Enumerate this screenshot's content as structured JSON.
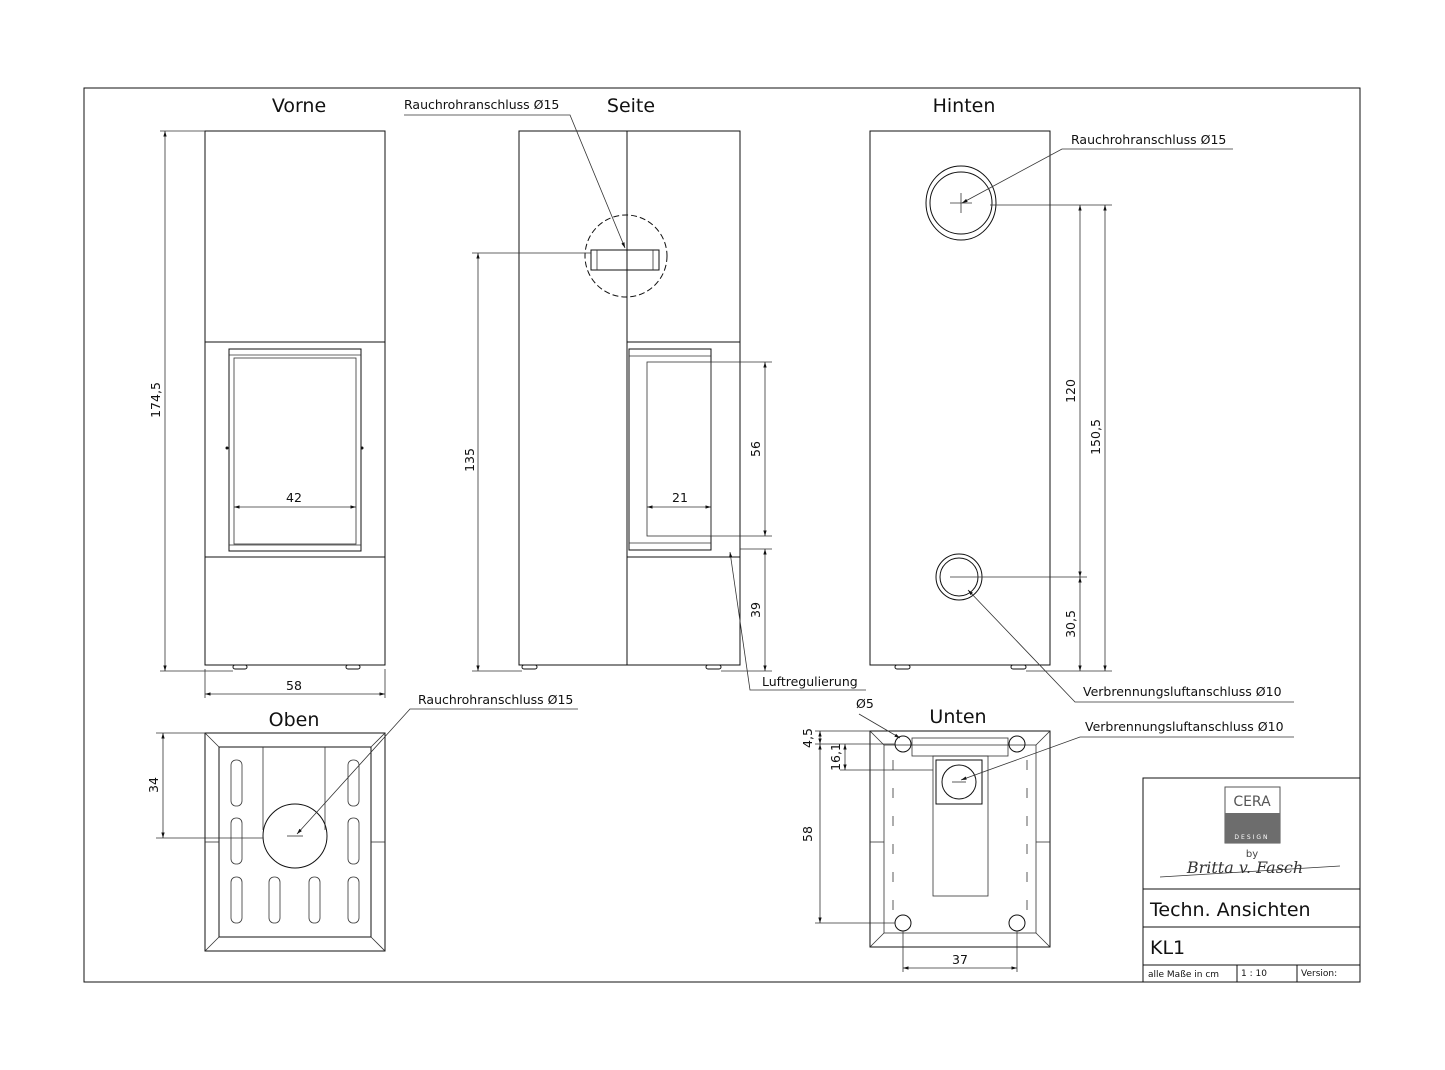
{
  "views": {
    "front_title": "Vorne",
    "side_title": "Seite",
    "back_title": "Hinten",
    "top_title": "Oben",
    "bottom_title": "Unten"
  },
  "dimensions": {
    "front_height": "174,5",
    "front_width": "58",
    "front_window": "42",
    "side_height": "135",
    "side_window_h": "56",
    "side_window_w": "21",
    "side_base": "39",
    "back_120": "120",
    "back_150": "150,5",
    "back_30": "30,5",
    "top_depth": "34",
    "bottom_45": "4,5",
    "bottom_161": "16,1",
    "bottom_58": "58",
    "bottom_37": "37",
    "bottom_d5": "Ø5"
  },
  "labels": {
    "flue_side": "Rauchrohranschluss Ø15",
    "flue_back": "Rauchrohranschluss Ø15",
    "flue_top": "Rauchrohranschluss Ø15",
    "air_regulation": "Luftregulierung",
    "air_inlet_back": "Verbrennungsluftanschluss Ø10",
    "air_inlet_bottom": "Verbrennungsluftanschluss Ø10"
  },
  "title_block": {
    "brand": "CERA",
    "brand_sub": "DESIGN",
    "by": "by",
    "signature": "Britta v. Fasch",
    "sheet_title": "Techn. Ansichten",
    "model": "KL1",
    "units": "alle Maße in cm",
    "scale": "1 : 10",
    "version_label": "Version:"
  }
}
